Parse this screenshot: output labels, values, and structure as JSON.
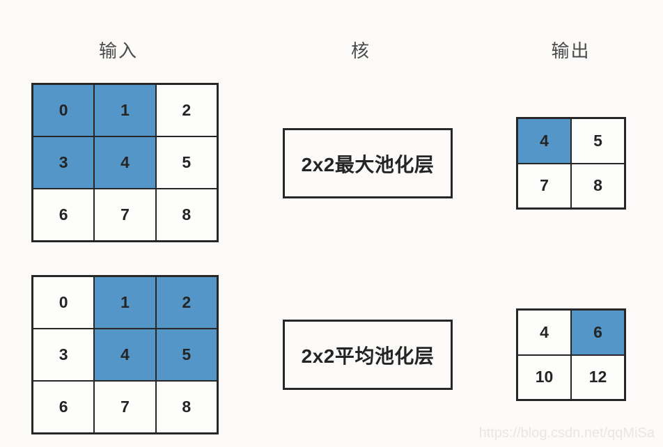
{
  "headers": {
    "input": "输入",
    "kernel": "核",
    "output": "输出"
  },
  "rows": [
    {
      "name": "max-pooling",
      "kernel_label": "2x2最大池化层",
      "input": {
        "values": [
          "0",
          "1",
          "2",
          "3",
          "4",
          "5",
          "6",
          "7",
          "8"
        ],
        "highlighted": [
          0,
          1,
          3,
          4
        ]
      },
      "output": {
        "values": [
          "4",
          "5",
          "7",
          "8"
        ],
        "highlighted": [
          0
        ]
      }
    },
    {
      "name": "average-pooling",
      "kernel_label": "2x2平均池化层",
      "input": {
        "values": [
          "0",
          "1",
          "2",
          "3",
          "4",
          "5",
          "6",
          "7",
          "8"
        ],
        "highlighted": [
          1,
          2,
          4,
          5
        ]
      },
      "output": {
        "values": [
          "4",
          "6",
          "10",
          "12"
        ],
        "highlighted": [
          1
        ]
      }
    }
  ],
  "watermark": "https://blog.csdn.net/qqMiSa",
  "colors": {
    "highlight": "#5596c8",
    "border": "#262626",
    "cell_bg": "#fdfdfc",
    "text": "#242424",
    "header_text": "#4a4a4a",
    "background": "#fcfbf9",
    "watermark": "#e9e7e3"
  }
}
